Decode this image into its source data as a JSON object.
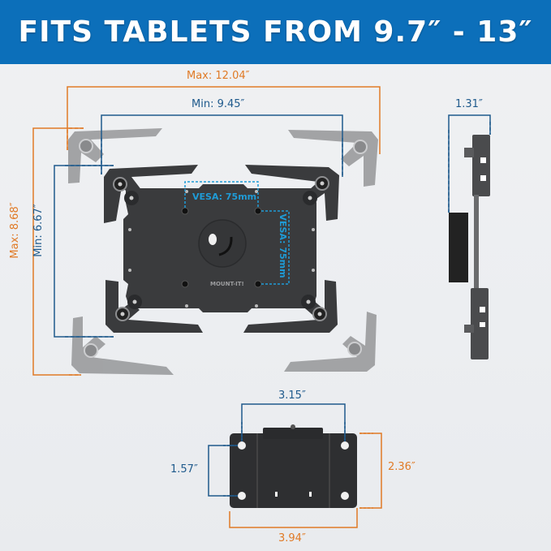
{
  "banner": {
    "title": "FITS TABLETS FROM 9.7″ - 13″",
    "background": "#0c6fba"
  },
  "colors": {
    "max_dimension": "#e07a26",
    "min_dimension": "#1f5a8c",
    "vesa": "#1f9bd6",
    "mount_dark": "#3a3b3d",
    "arm_ghost": "#9a9b9d"
  },
  "front_view": {
    "max_width": "Max: 12.04″",
    "min_width": "Min: 9.45″",
    "max_height": "Max: 8.68″",
    "min_height": "Min: 6.67″",
    "vesa_horizontal": "VESA: 75mm",
    "vesa_vertical": "VESA: 75mm",
    "brand": "MOUNT-IT!"
  },
  "side_view": {
    "depth": "1.31″"
  },
  "wall_plate": {
    "hole_spacing_horizontal": "3.15″",
    "hole_spacing_vertical": "1.57″",
    "plate_height": "2.36″",
    "plate_width": "3.94″"
  }
}
